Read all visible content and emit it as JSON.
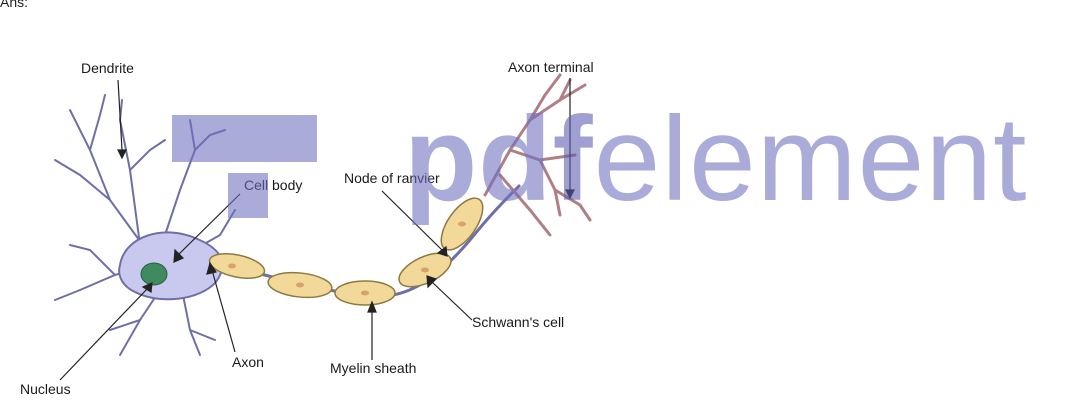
{
  "document": {
    "prefix_text": "Ans:"
  },
  "diagram": {
    "labels": {
      "dendrite": "Dendrite",
      "axon_terminal": "Axon terminal",
      "cell_body": "Cell body",
      "node_of_ranvier": "Node of ranvier",
      "schwanns_cell": "Schwann's cell",
      "axon": "Axon",
      "myelin_sheath": "Myelin sheath",
      "nucleus": "Nucleus"
    }
  },
  "watermark": {
    "text": "pdfelement",
    "color": "#6e6fbf"
  },
  "colors": {
    "cell_fill": "#c9c9f0",
    "cell_stroke": "#6f6fa8",
    "nucleus": "#3f8a5f",
    "myelin": "#f2d99a",
    "myelin_stroke": "#8c7a40",
    "terminal": "#b07f86"
  }
}
